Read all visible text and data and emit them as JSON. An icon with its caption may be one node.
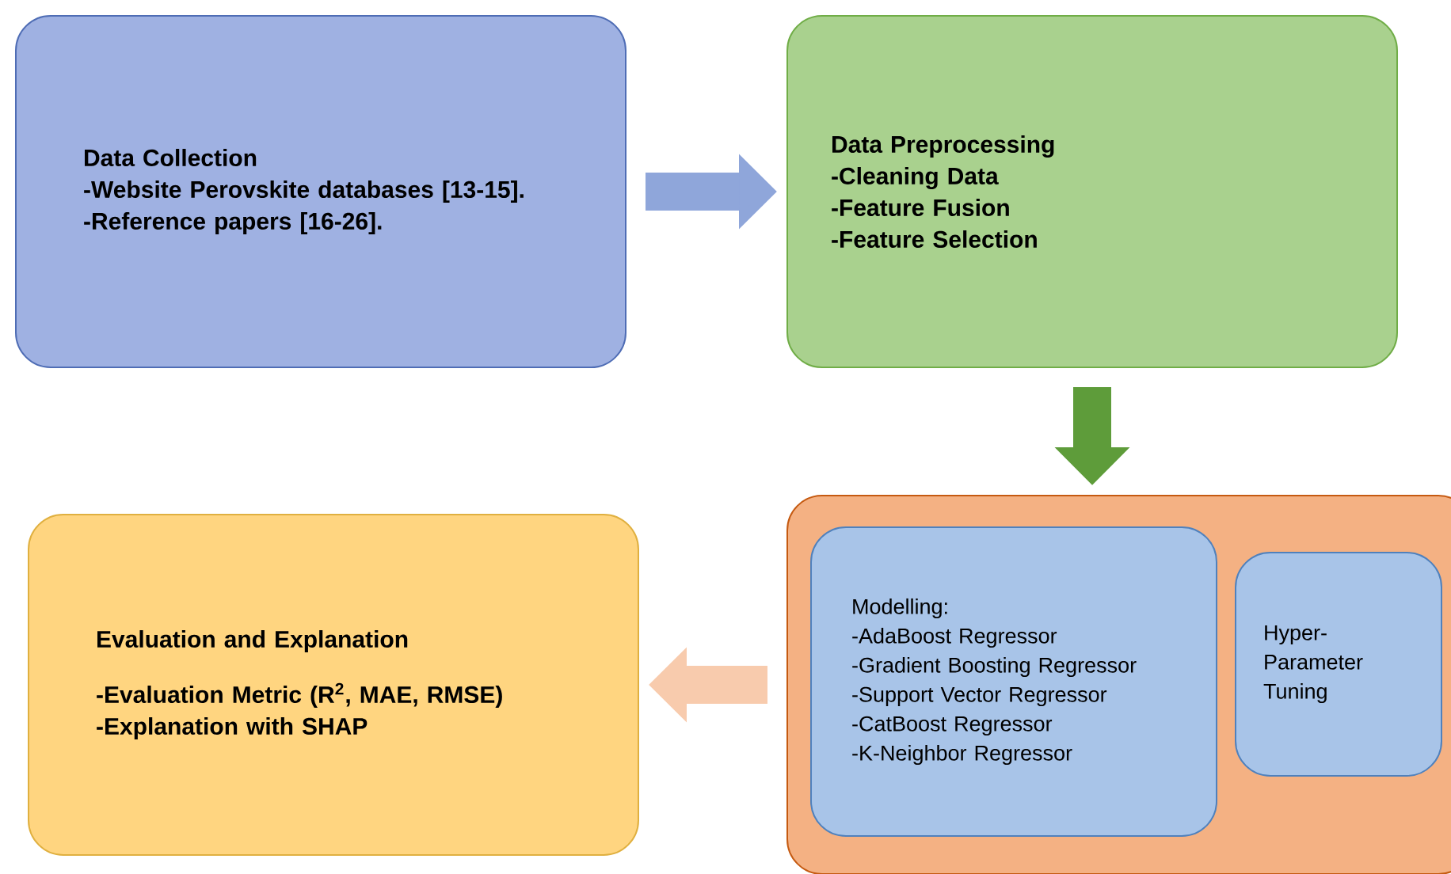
{
  "diagram": {
    "nodes": [
      {
        "text": [
          "Data Collection",
          "-Website Perovskite databases [13-15].",
          "-Reference papers [16-26]."
        ]
      },
      {
        "text": [
          "Data Preprocessing",
          "-Cleaning Data",
          "-Feature Fusion",
          "-Feature Selection"
        ]
      },
      {
        "text": [
          "Evaluation and Explanation",
          "-Evaluation Metric (R$^{2}$, MAE, RMSE)",
          "-Explanation with SHAP"
        ]
      },
      {
        "text": [],
        "shape": "box"
      },
      {
        "text": [
          "Modelling:",
          "-AdaBoost Regressor",
          "-Gradient Boosting Regressor",
          "-Support Vector Regressor",
          "-CatBoost Regressor",
          "-K-Neighbor Regressor"
        ],
        "in": 3
      },
      {
        "text": [
          "Hyper-Parameter Tuning"
        ],
        "in": 3
      }
    ],
    "edges": [
      {
        "from": 0,
        "to": 1,
        "arrow": "to",
        "color": "#8fa6da"
      },
      {
        "from": 1,
        "to": 3,
        "arrow": "to",
        "color": "#5e9c3a"
      },
      {
        "from": 3,
        "to": 2,
        "arrow": "to",
        "color": "#f8cbad"
      }
    ]
  }
}
